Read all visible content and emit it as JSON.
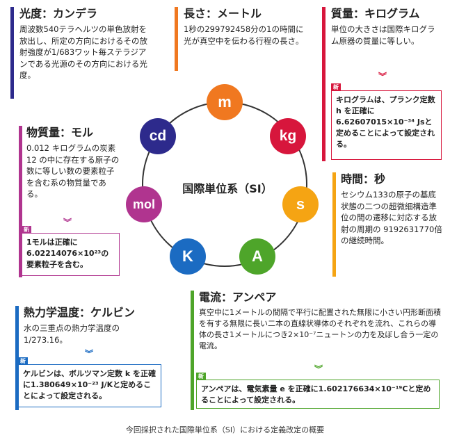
{
  "center_label": "国際単位系（SI）",
  "caption": "今回採択された国際単位系（SI）における定義改定の概要",
  "new_tag": "新",
  "units": {
    "candela": {
      "symbol": "cd",
      "color": "#2d2a8c",
      "title": "光度：カンデラ",
      "desc": "周波数540テラヘルツの単色放射を放出し、所定の方向におけるその放射強度が1/683ワット毎ステラジアンである光源のその方向における光度。"
    },
    "meter": {
      "symbol": "m",
      "color": "#f07820",
      "title": "長さ：メートル",
      "desc": "1秒の299792458分の1の時間に光が真空中を伝わる行程の長さ。"
    },
    "kilogram": {
      "symbol": "kg",
      "color": "#d7163c",
      "title": "質量：キログラム",
      "desc": "単位の大きさは国際キログラム原器の質量に等しい。",
      "new_text": "キログラムは、プランク定数 h を正確に6.62607015×10⁻³⁴ Jsと定めることによって設定される。"
    },
    "mole": {
      "symbol": "mol",
      "color": "#b0348f",
      "title": "物質量：モル",
      "desc": "0.012 キログラムの炭素 12 の中に存在する原子の数に等しい数の要素粒子を含む系の物質量である。",
      "new_text": "1モルは正確に6.02214076×10²³の要素粒子を含む。"
    },
    "second": {
      "symbol": "s",
      "color": "#f5a413",
      "title": "時間：秒",
      "desc": "セシウム133の原子の基底状態の二つの超微細構造準位の間の遷移に対応する放射の周期の 9192631770倍 の継続時間。"
    },
    "ampere": {
      "symbol": "A",
      "color": "#4ea52a",
      "title": "電流：アンペア",
      "desc": "真空中に1メートルの間隔で平行に配置された無限に小さい円形断面積を有する無限に長い二本の直線状導体のそれぞれを流れ、これらの導体の長さ1メートルにつき2×10⁻⁷ニュートンの力を及ぼし合う一定の電流。",
      "new_text": "アンペアは、電気素量 e を正確に1.602176634×10⁻¹⁹Cと定めることによって設定される。"
    },
    "kelvin": {
      "symbol": "K",
      "color": "#1b6bc2",
      "title": "熱力学温度：ケルビン",
      "desc": "水の三重点の熱力学温度の1/273.16。",
      "new_text": "ケルビンは、ボルツマン定数 k を正確に1.380649×10⁻²³ J/Kと定めることによって設定される。"
    }
  }
}
